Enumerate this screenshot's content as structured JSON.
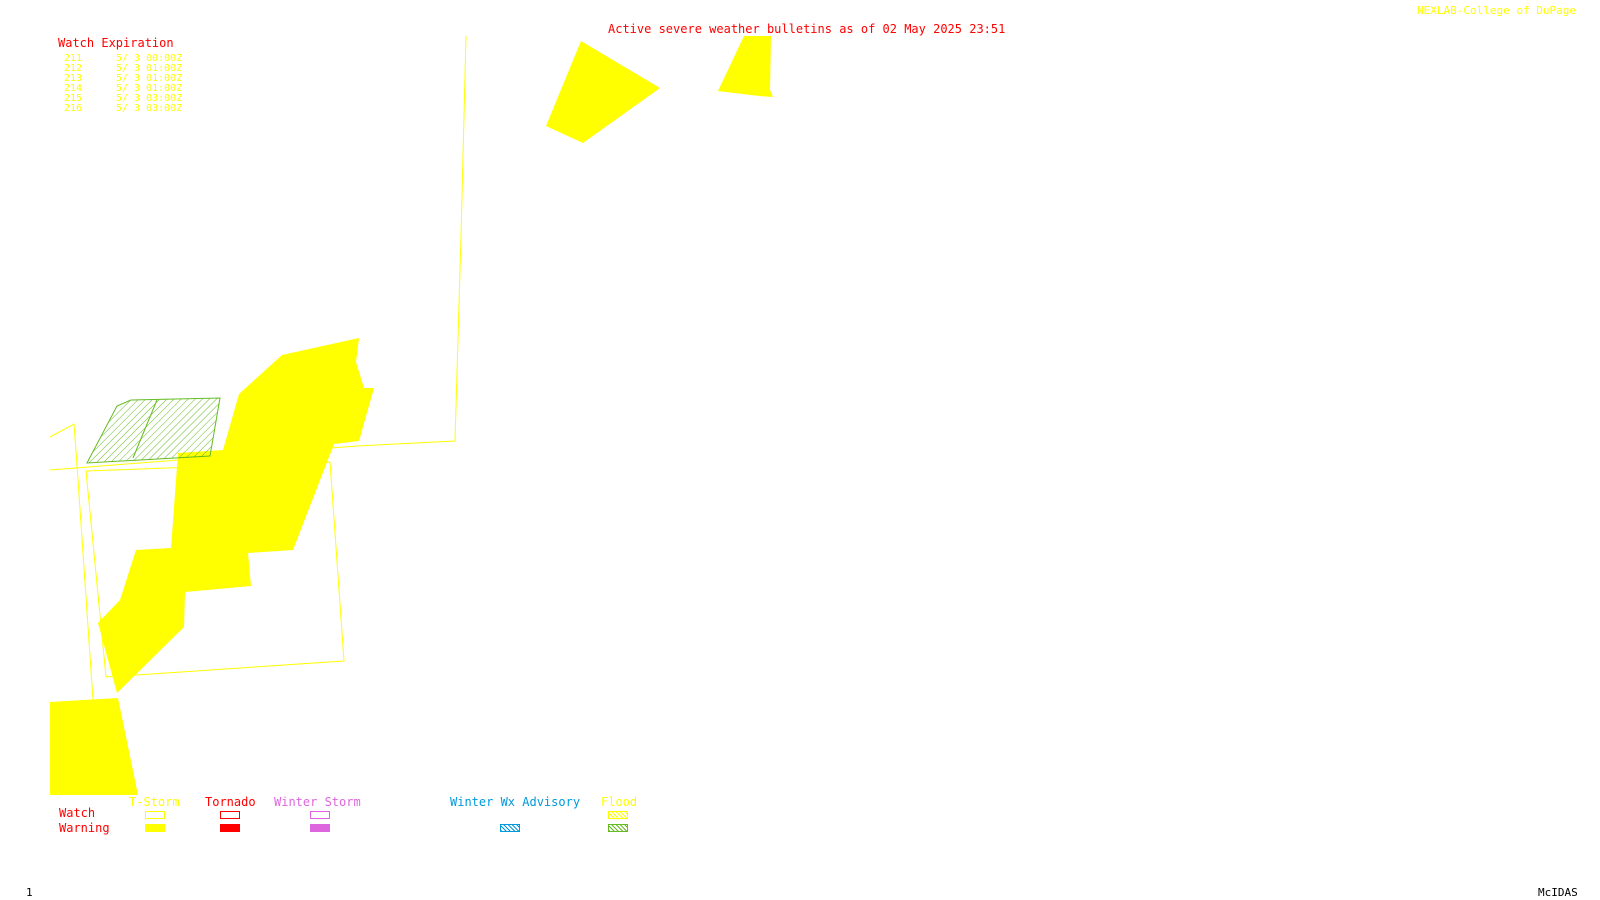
{
  "title": "Active severe weather bulletins as of 02 May 2025 23:51",
  "credit": "NEXLAB-College of DuPage",
  "watch_table": {
    "heading": "Watch Expiration",
    "rows": [
      {
        "num": "211",
        "expires": "5/ 3 00:00Z"
      },
      {
        "num": "212",
        "expires": "5/ 3 01:00Z"
      },
      {
        "num": "213",
        "expires": "5/ 3 01:00Z"
      },
      {
        "num": "214",
        "expires": "5/ 3 01:00Z"
      },
      {
        "num": "215",
        "expires": "5/ 3 03:00Z"
      },
      {
        "num": "216",
        "expires": "5/ 3 03:00Z"
      }
    ]
  },
  "legend": {
    "row_labels": {
      "watch": "Watch",
      "warning": "Warning"
    },
    "columns": [
      {
        "label": "T-Storm",
        "color": "#ffff00"
      },
      {
        "label": "Tornado",
        "color": "#ff0000"
      },
      {
        "label": "Winter Storm",
        "color": "#dd66dd"
      },
      {
        "label": "Winter Wx Advisory",
        "color": "#0099dd"
      },
      {
        "label": "Flood",
        "color": "#99cc33"
      }
    ]
  },
  "colors": {
    "tstorm": "#ffff00",
    "flood": "#66bb22",
    "text_red": "#ff0000"
  },
  "frame_number": "1",
  "software": "McIDAS"
}
